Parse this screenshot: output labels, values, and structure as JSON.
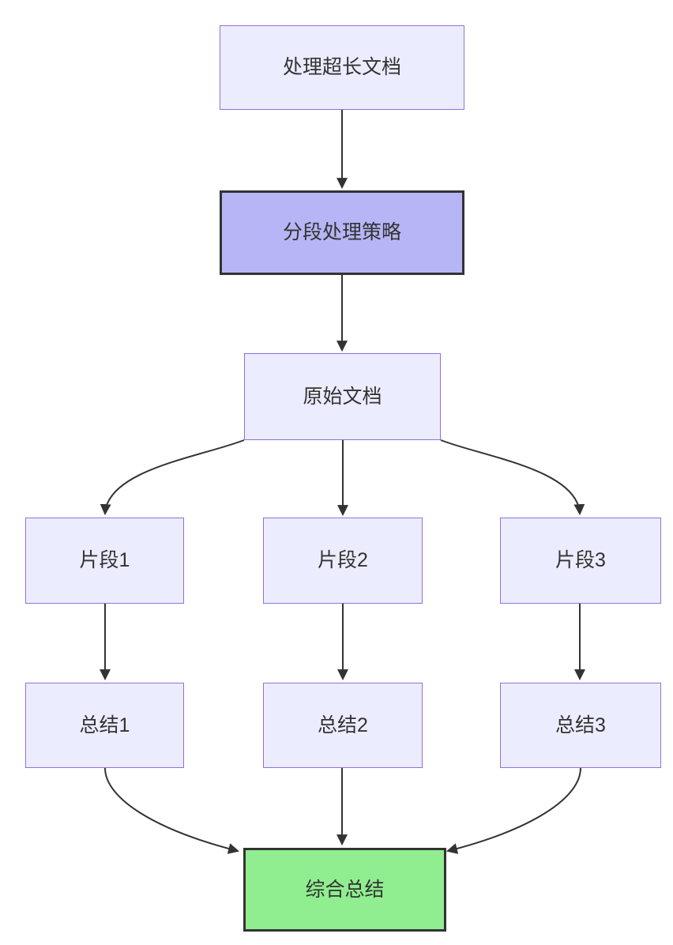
{
  "diagram": {
    "type": "flowchart",
    "direction": "top-down",
    "nodes": [
      {
        "id": "process-long-doc",
        "label": "处理超长文档",
        "variant": "default"
      },
      {
        "id": "segmentation-strategy",
        "label": "分段处理策略",
        "variant": "emphasis"
      },
      {
        "id": "original-doc",
        "label": "原始文档",
        "variant": "default"
      },
      {
        "id": "fragment-1",
        "label": "片段1",
        "variant": "default"
      },
      {
        "id": "fragment-2",
        "label": "片段2",
        "variant": "default"
      },
      {
        "id": "fragment-3",
        "label": "片段3",
        "variant": "default"
      },
      {
        "id": "summary-1",
        "label": "总结1",
        "variant": "default"
      },
      {
        "id": "summary-2",
        "label": "总结2",
        "variant": "default"
      },
      {
        "id": "summary-3",
        "label": "总结3",
        "variant": "default"
      },
      {
        "id": "final-summary",
        "label": "综合总结",
        "variant": "success"
      }
    ],
    "edges": [
      {
        "from": "process-long-doc",
        "to": "segmentation-strategy"
      },
      {
        "from": "segmentation-strategy",
        "to": "original-doc"
      },
      {
        "from": "original-doc",
        "to": "fragment-1"
      },
      {
        "from": "original-doc",
        "to": "fragment-2"
      },
      {
        "from": "original-doc",
        "to": "fragment-3"
      },
      {
        "from": "fragment-1",
        "to": "summary-1"
      },
      {
        "from": "fragment-2",
        "to": "summary-2"
      },
      {
        "from": "fragment-3",
        "to": "summary-3"
      },
      {
        "from": "summary-1",
        "to": "final-summary"
      },
      {
        "from": "summary-2",
        "to": "final-summary"
      },
      {
        "from": "summary-3",
        "to": "final-summary"
      }
    ],
    "colors": {
      "node-fill": "#ECECFF",
      "node-border": "#9370DB",
      "emphasis-fill": "#B6B6F6",
      "success-fill": "#90EE90",
      "strong-border": "#333333",
      "edge": "#333333",
      "text": "#333333",
      "background": "#FFFFFF"
    }
  }
}
